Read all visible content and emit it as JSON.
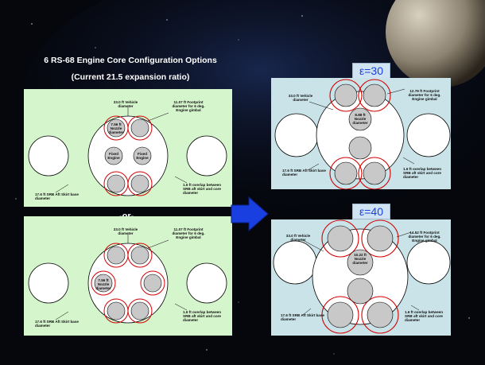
{
  "slide": {
    "title_line1": "6 RS-68 Engine Core Configuration Options",
    "title_line2": "(Current 21.5 expansion ratio)",
    "or_text": "-or-"
  },
  "left_top": {
    "vehicle_diameter": "33.0 ft Vehicle diameter",
    "footprint": "11.07 ft Footprint diameter for 6 deg. Engine gimbal",
    "nozzle": "7.56 ft Nozzle diameter",
    "fixed_engine_1": "Fixed Engine",
    "fixed_engine_2": "Fixed Engine",
    "srb_skirt": "17.6 ft SRB Aft Skirt base diameter",
    "overlap": "1.6 ft overlap between SRB aft skirt and core diameter"
  },
  "left_bottom": {
    "vehicle_diameter": "33.0 ft Vehicle diameter",
    "footprint": "11.07 ft Footprint diameter for 6 deg. Engine gimbal",
    "nozzle": "7.56 ft Nozzle diameter",
    "srb_skirt": "17.6 ft SRB Aft Skirt base diameter",
    "overlap": "1.6 ft overlap between SRB aft skirt and core diameter"
  },
  "right_top": {
    "epsilon": "ε=30",
    "vehicle_diameter": "33.0 ft Vehicle diameter",
    "footprint": "12.79 ft Footprint diameter for 6 deg. Engine gimbal",
    "nozzle": "8.88 ft Nozzle diameter",
    "srb_skirt": "17.6 ft SRB Aft Skirt base diameter",
    "overlap": "1.6 ft overlap between SRB aft skirt and core diameter"
  },
  "right_bottom": {
    "epsilon": "ε=40",
    "vehicle_diameter": "33.0 ft Vehicle diameter",
    "footprint": "14.52 ft Footprint diameter for 6 deg. Engine gimbal",
    "nozzle": "10.22 ft Nozzle diameter",
    "srb_skirt": "17.6 ft SRB Aft Skirt base diameter",
    "overlap": "1.6 ft overlap between SRB aft skirt and core diameter"
  },
  "colors": {
    "left_panel": "#d5f5cc",
    "right_panel": "#c9e3e8",
    "footprint_ring": "#d40000",
    "engine_fill": "#c8c8c8",
    "arrow": "#1a3fe0"
  }
}
